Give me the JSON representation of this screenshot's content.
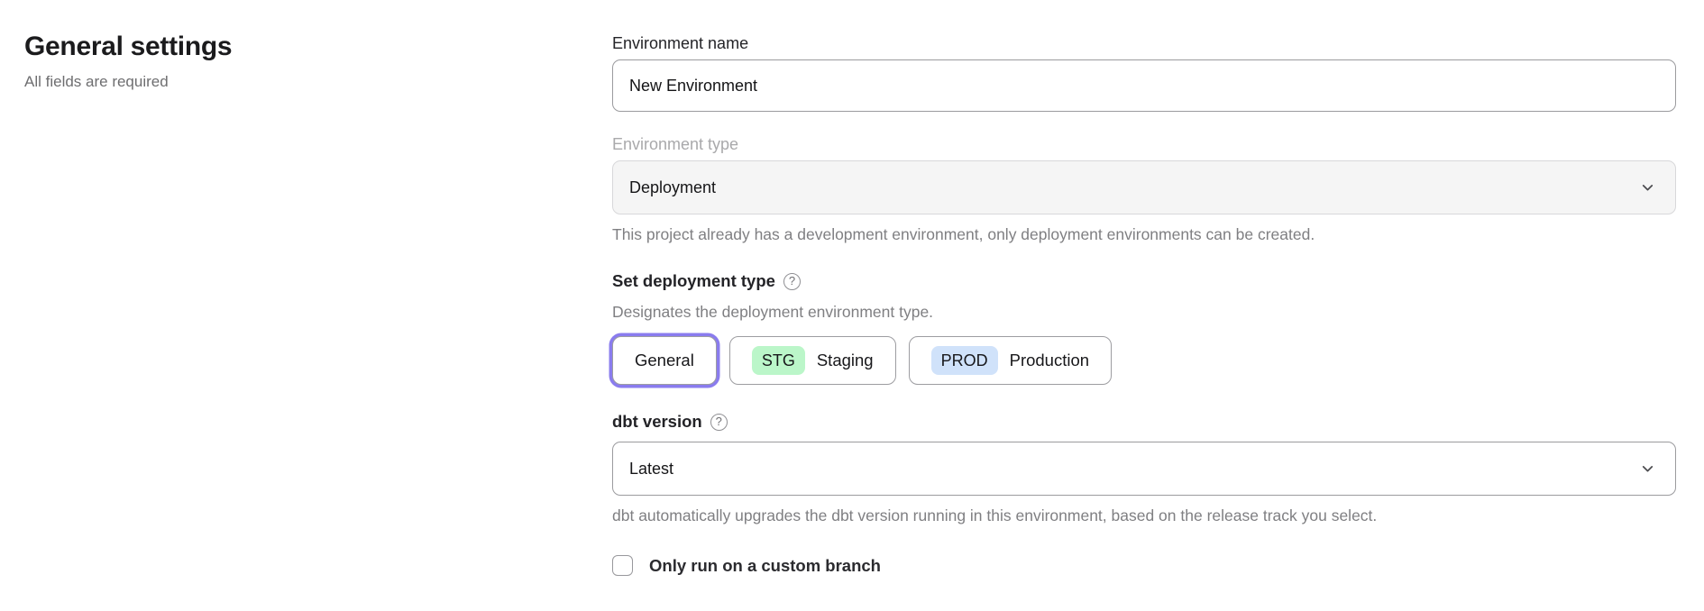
{
  "header": {
    "title": "General settings",
    "subtitle": "All fields are required"
  },
  "form": {
    "environment_name": {
      "label": "Environment name",
      "value": "New Environment"
    },
    "environment_type": {
      "label": "Environment type",
      "value": "Deployment",
      "helper": "This project already has a development environment, only deployment environments can be created."
    },
    "deployment_type": {
      "label": "Set deployment type",
      "help_icon": "?",
      "helper": "Designates the deployment environment type.",
      "options": [
        {
          "badge": "",
          "label": "General",
          "selected": true
        },
        {
          "badge": "STG",
          "label": "Staging",
          "selected": false
        },
        {
          "badge": "PROD",
          "label": "Production",
          "selected": false
        }
      ]
    },
    "dbt_version": {
      "label": "dbt version",
      "help_icon": "?",
      "value": "Latest",
      "helper": "dbt automatically upgrades the dbt version running in this environment, based on the release track you select."
    },
    "custom_branch": {
      "label": "Only run on a custom branch",
      "checked": false
    }
  },
  "colors": {
    "accent_purple": "#8a7cee",
    "staging_badge_bg": "#bbf6c9",
    "production_badge_bg": "#d0e2fa"
  }
}
